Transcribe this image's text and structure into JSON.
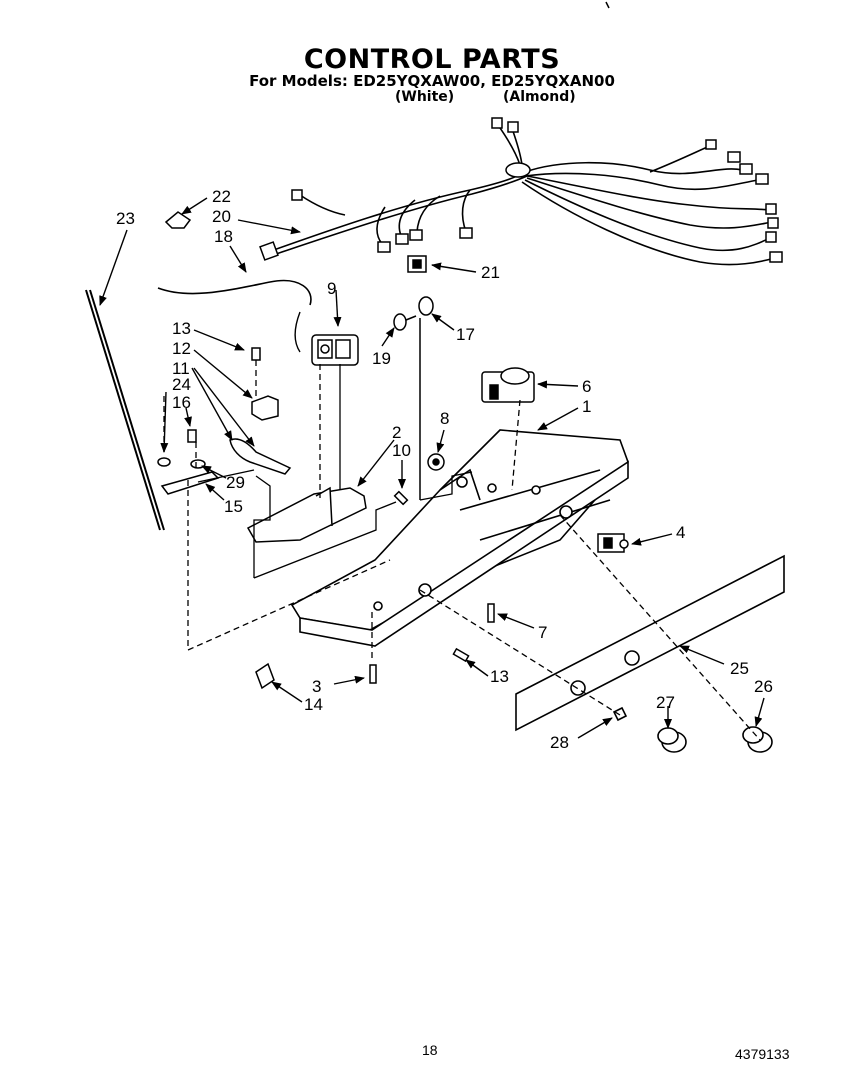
{
  "page": {
    "title": "CONTROL PARTS",
    "models_line": "For Models: ED25YQXAW00, ED25YQXAN00",
    "variant_white": "(White)",
    "variant_almond": "(Almond)",
    "page_number": "18",
    "part_number": "4379133"
  },
  "callouts": [
    {
      "id": "c22",
      "text": "22"
    },
    {
      "id": "c20",
      "text": "20"
    },
    {
      "id": "c18",
      "text": "18"
    },
    {
      "id": "c23",
      "text": "23"
    },
    {
      "id": "c21",
      "text": "21"
    },
    {
      "id": "c9",
      "text": "9"
    },
    {
      "id": "c13a",
      "text": "13"
    },
    {
      "id": "c12",
      "text": "12"
    },
    {
      "id": "c11",
      "text": "11"
    },
    {
      "id": "c24",
      "text": "24"
    },
    {
      "id": "c16",
      "text": "16"
    },
    {
      "id": "c17",
      "text": "17"
    },
    {
      "id": "c19",
      "text": "19"
    },
    {
      "id": "c6",
      "text": "6"
    },
    {
      "id": "c1",
      "text": "1"
    },
    {
      "id": "c8",
      "text": "8"
    },
    {
      "id": "c2",
      "text": "2"
    },
    {
      "id": "c10",
      "text": "10"
    },
    {
      "id": "c29",
      "text": "29"
    },
    {
      "id": "c15",
      "text": "15"
    },
    {
      "id": "c4",
      "text": "4"
    },
    {
      "id": "c7",
      "text": "7"
    },
    {
      "id": "c25",
      "text": "25"
    },
    {
      "id": "c26",
      "text": "26"
    },
    {
      "id": "c13b",
      "text": "13"
    },
    {
      "id": "c3",
      "text": "3"
    },
    {
      "id": "c14",
      "text": "14"
    },
    {
      "id": "c27",
      "text": "27"
    },
    {
      "id": "c28",
      "text": "28"
    }
  ]
}
